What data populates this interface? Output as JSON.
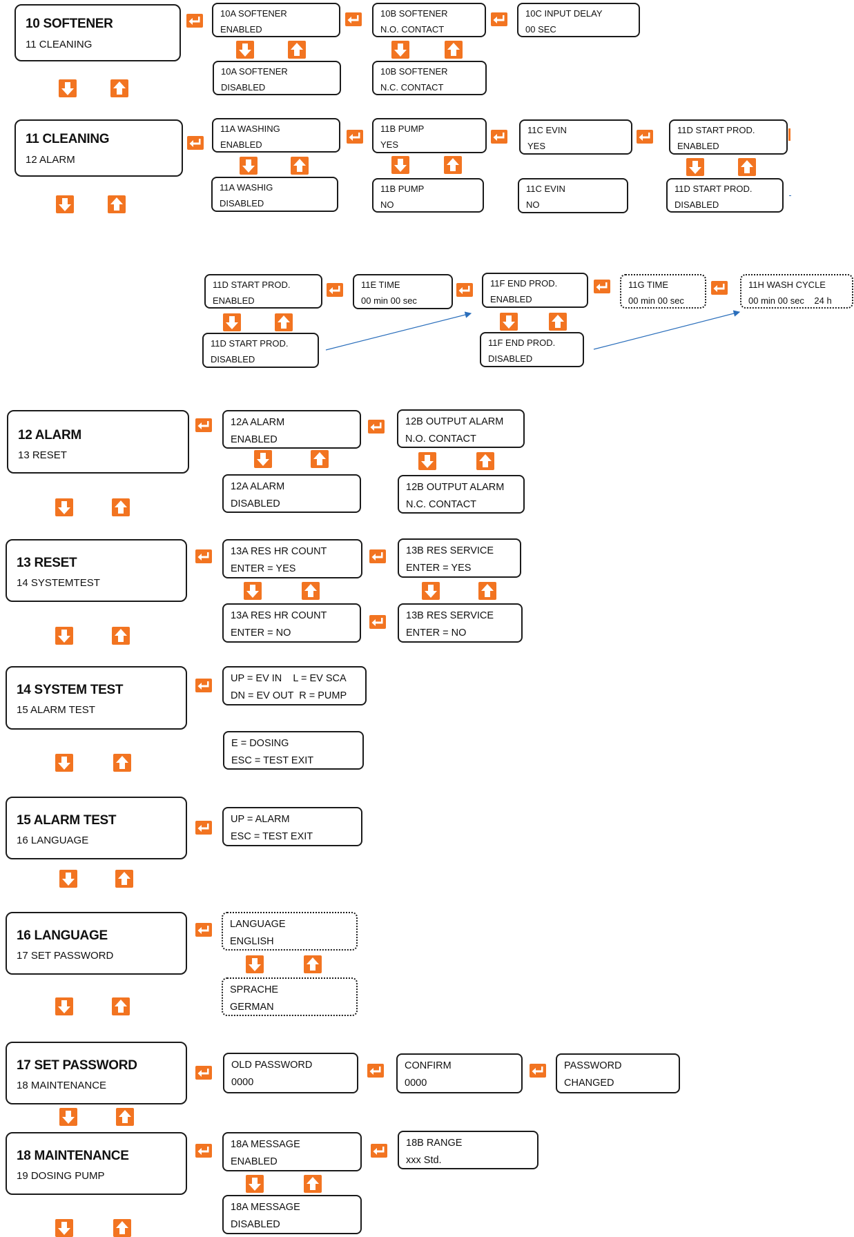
{
  "colors": {
    "accent": "#f27421",
    "border": "#1a1a1a",
    "arrow_line": "#2a6ebb"
  },
  "icons": {
    "enter": "enter-icon",
    "down": "arrow-down-icon",
    "up": "arrow-up-icon"
  },
  "softener": {
    "menu": {
      "title": "10 SOFTENER",
      "next": "11 CLEANING"
    },
    "a_en": {
      "l1": "10A SOFTENER",
      "l2": "ENABLED"
    },
    "a_dis": {
      "l1": "10A SOFTENER",
      "l2": "DISABLED"
    },
    "b_no": {
      "l1": "10B SOFTENER",
      "l2": "N.O. CONTACT"
    },
    "b_nc": {
      "l1": "10B SOFTENER",
      "l2": "N.C. CONTACT"
    },
    "c": {
      "l1": "10C INPUT DELAY",
      "l2": "00 SEC"
    }
  },
  "cleaning": {
    "menu": {
      "title": "11 CLEANING",
      "next": "12 ALARM"
    },
    "a_en": {
      "l1": "11A WASHING",
      "l2": "ENABLED"
    },
    "a_dis": {
      "l1": "11A WASHIG",
      "l2": "DISABLED"
    },
    "b_yes": {
      "l1": "11B PUMP",
      "l2": "YES"
    },
    "b_no": {
      "l1": "11B PUMP",
      "l2": "NO"
    },
    "c_yes": {
      "l1": "11C EVIN",
      "l2": "YES"
    },
    "c_no": {
      "l1": "11C EVIN",
      "l2": "NO"
    },
    "d_en": {
      "l1": "11D START PROD.",
      "l2": "ENABLED"
    },
    "d_dis": {
      "l1": "11D START PROD.",
      "l2": "DISABLED"
    },
    "d2_en": {
      "l1": "11D START PROD.",
      "l2": "ENABLED"
    },
    "d2_dis": {
      "l1": "11D START PROD.",
      "l2": "DISABLED"
    },
    "e": {
      "l1": "11E TIME",
      "l2": "00 min 00 sec"
    },
    "f_en": {
      "l1": "11F END PROD.",
      "l2": "ENABLED"
    },
    "f_dis": {
      "l1": "11F END PROD.",
      "l2": "DISABLED"
    },
    "g": {
      "l1": "11G TIME",
      "l2": "00 min 00 sec"
    },
    "h": {
      "l1": "11H WASH CYCLE",
      "l2": "00 min 00 sec    24 h"
    }
  },
  "alarm": {
    "menu": {
      "title": "12 ALARM",
      "next": "13 RESET"
    },
    "a_en": {
      "l1": "12A ALARM",
      "l2": "ENABLED"
    },
    "a_dis": {
      "l1": "12A ALARM",
      "l2": "DISABLED"
    },
    "b_no": {
      "l1": "12B OUTPUT ALARM",
      "l2": "N.O. CONTACT"
    },
    "b_nc": {
      "l1": "12B OUTPUT ALARM",
      "l2": "N.C. CONTACT"
    }
  },
  "reset": {
    "menu": {
      "title": "13 RESET",
      "next": "14 SYSTEMTEST"
    },
    "a_yes": {
      "l1": "13A RES HR COUNT",
      "l2": "ENTER = YES"
    },
    "a_no": {
      "l1": "13A RES HR COUNT",
      "l2": "ENTER = NO"
    },
    "b_yes": {
      "l1": "13B RES SERVICE",
      "l2": "ENTER = YES"
    },
    "b_no": {
      "l1": "13B RES SERVICE",
      "l2": "ENTER = NO"
    }
  },
  "systest": {
    "menu": {
      "title": "14 SYSTEM TEST",
      "next": "15 ALARM TEST"
    },
    "keys1": {
      "l1": "UP = EV IN    L = EV SCA",
      "l2": "DN = EV OUT  R = PUMP"
    },
    "keys2": {
      "l1": "E = DOSING",
      "l2": "ESC = TEST EXIT"
    }
  },
  "alarmtest": {
    "menu": {
      "title": "15 ALARM TEST",
      "next": "16 LANGUAGE"
    },
    "keys": {
      "l1": "UP = ALARM",
      "l2": "ESC = TEST EXIT"
    }
  },
  "language": {
    "menu": {
      "title": "16 LANGUAGE",
      "next": "17 SET PASSWORD"
    },
    "english": {
      "l1": "LANGUAGE",
      "l2": "ENGLISH"
    },
    "german": {
      "l1": "SPRACHE",
      "l2": "GERMAN"
    }
  },
  "password": {
    "menu": {
      "title": "17 SET PASSWORD",
      "next": "18 MAINTENANCE"
    },
    "old": {
      "l1": "OLD PASSWORD",
      "l2": "0000"
    },
    "confirm": {
      "l1": "CONFIRM",
      "l2": "0000"
    },
    "changed": {
      "l1": "PASSWORD",
      "l2": "CHANGED"
    }
  },
  "maintenance": {
    "menu": {
      "title": "18 MAINTENANCE",
      "next": "19 DOSING PUMP"
    },
    "a_en": {
      "l1": "18A MESSAGE",
      "l2": "ENABLED"
    },
    "a_dis": {
      "l1": "18A MESSAGE",
      "l2": "DISABLED"
    },
    "b": {
      "l1": "18B RANGE",
      "l2": "xxx Std."
    }
  }
}
